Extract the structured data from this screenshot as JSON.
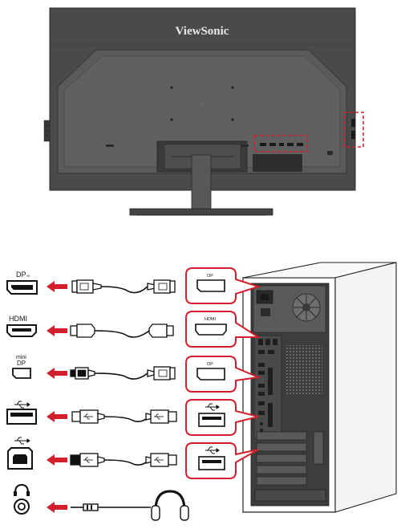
{
  "monitor": {
    "brand": "ViewSonic"
  },
  "ports": [
    {
      "id": "displayport",
      "label": "DP",
      "sublabel": "IN",
      "bubble_label": "DP",
      "cable": "displayport-cable"
    },
    {
      "id": "hdmi",
      "label": "HDMI",
      "sublabel": "",
      "bubble_label": "HDMI",
      "cable": "hdmi-cable"
    },
    {
      "id": "mini-dp",
      "label": "mini",
      "sublabel": "DP",
      "bubble_label": "DP",
      "cable": "mini-dp-to-dp-cable"
    },
    {
      "id": "usb-a",
      "label": "",
      "sublabel": "",
      "bubble_label": "",
      "cable": "usb-cable"
    },
    {
      "id": "usb-b",
      "label": "",
      "sublabel": "",
      "bubble_label": "",
      "cable": "usb-cable"
    },
    {
      "id": "audio-out",
      "label": "",
      "sublabel": "",
      "bubble_label": "",
      "cable": "headphones"
    }
  ],
  "colors": {
    "highlight": "#d21f2b",
    "monitor_body": "#4a4a4a",
    "monitor_edge": "#333333",
    "pc_case": "#ffffff",
    "pc_panel": "#3d3d3d",
    "line": "#222222"
  },
  "icons": {
    "usb": "usb-trident-icon",
    "headphone": "headphone-jack-icon"
  }
}
